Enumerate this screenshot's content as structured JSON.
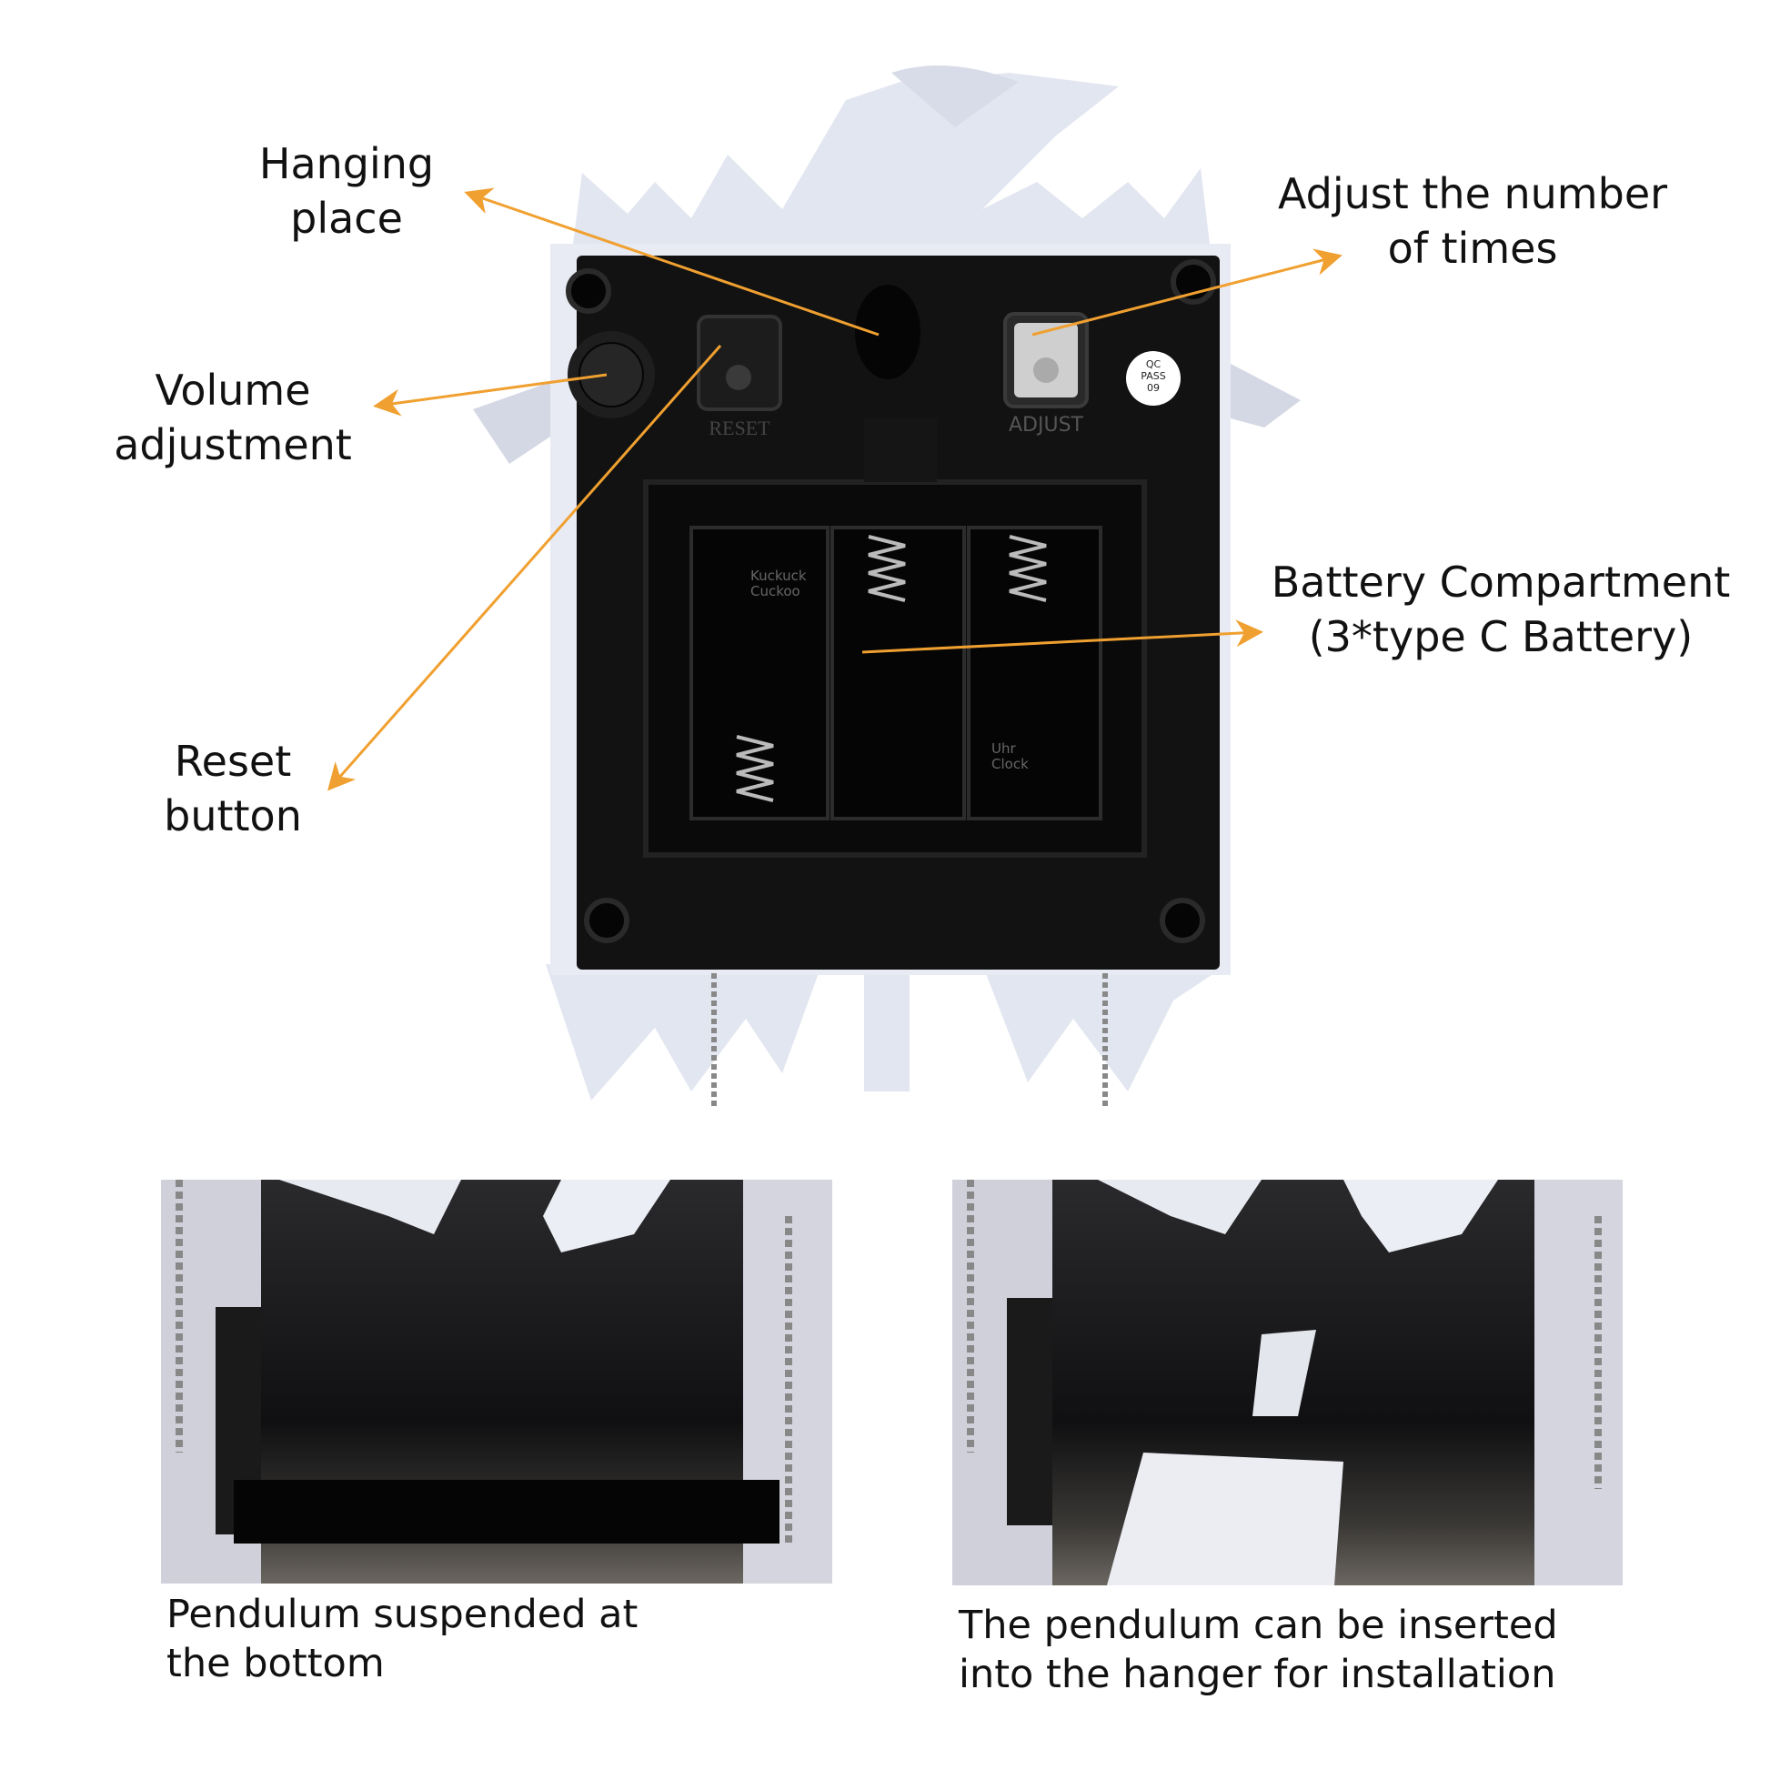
{
  "callouts": {
    "hanging_place": [
      "Hanging",
      "place"
    ],
    "adjust_times": [
      "Adjust the number",
      "of times"
    ],
    "volume": [
      "Volume",
      "adjustment"
    ],
    "reset": [
      "Reset",
      "button"
    ],
    "battery": [
      "Battery Compartment",
      "(3*type C Battery)"
    ]
  },
  "device_markings": {
    "reset": "RESET",
    "adjust": "ADJUST",
    "qc_sticker": [
      "QC",
      "PASS",
      "09"
    ],
    "battery_text": [
      "Kuckuck",
      "Cuckoo",
      "Uhr",
      "Clock"
    ]
  },
  "photos": [
    {
      "caption": [
        "Pendulum suspended at",
        "the bottom"
      ]
    },
    {
      "caption": [
        "The pendulum can be inserted",
        "into the hanger for installation"
      ]
    }
  ],
  "colors": {
    "arrow": "#f0a030",
    "body": "#111111",
    "frame": "#dfe3ee"
  }
}
